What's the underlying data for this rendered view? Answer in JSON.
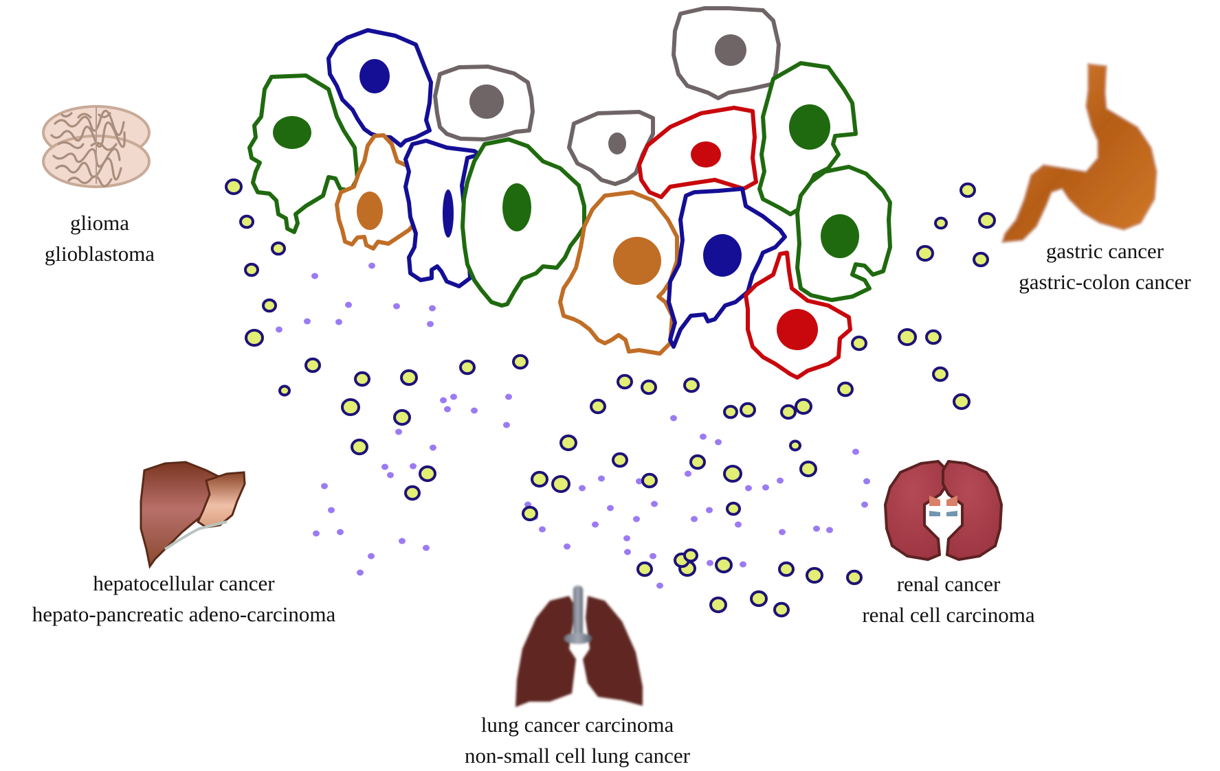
{
  "figure": {
    "type": "diagram",
    "description": "Heterogeneous tumor cells releasing vesicles, surrounded by organ icons with associated cancer types",
    "colors": {
      "vesicle_fill": "#e2ee74",
      "vesicle_outline": "#1d1278",
      "small_particle": "#9b7bf3",
      "green_cell": "#1f6a0f",
      "blue_cell": "#140f95",
      "grey_cell": "#6f6566",
      "orange_cell": "#c06d26",
      "red_cell": "#c8080c"
    }
  },
  "organs": [
    {
      "id": "brain",
      "icon": "brain-icon",
      "lines": [
        "glioma",
        "glioblastoma"
      ]
    },
    {
      "id": "stomach",
      "icon": "stomach-icon",
      "lines": [
        "gastric cancer",
        "gastric-colon cancer"
      ]
    },
    {
      "id": "liver",
      "icon": "liver-icon",
      "lines": [
        "hepatocellular cancer",
        "hepato-pancreatic adeno-carcinoma"
      ]
    },
    {
      "id": "lungs",
      "icon": "lungs-icon",
      "lines": [
        "lung cancer carcinoma",
        "non-small cell lung cancer"
      ]
    },
    {
      "id": "kidneys",
      "icon": "kidneys-icon",
      "lines": [
        "renal cancer",
        "renal cell carcinoma"
      ]
    }
  ],
  "cells": [
    {
      "type": "green"
    },
    {
      "type": "blue"
    },
    {
      "type": "grey"
    },
    {
      "type": "orange"
    },
    {
      "type": "blue"
    },
    {
      "type": "green"
    },
    {
      "type": "grey"
    },
    {
      "type": "grey"
    },
    {
      "type": "red"
    },
    {
      "type": "green"
    },
    {
      "type": "orange"
    },
    {
      "type": "blue"
    },
    {
      "type": "green"
    },
    {
      "type": "red"
    }
  ]
}
